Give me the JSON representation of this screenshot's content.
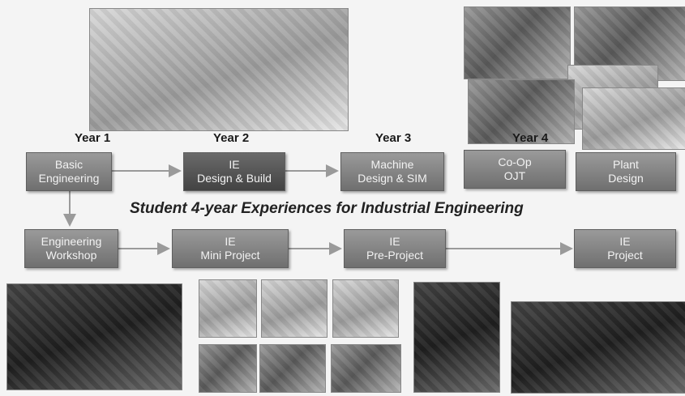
{
  "years": [
    "Year 1",
    "Year 2",
    "Year 3",
    "Year 4"
  ],
  "row1": [
    {
      "line1": "Basic",
      "line2": "Engineering"
    },
    {
      "line1": "IE",
      "line2": "Design & Build"
    },
    {
      "line1": "Machine",
      "line2": "Design & SIM"
    },
    {
      "line1": "Co-Op",
      "line2": "OJT"
    },
    {
      "line1": "Plant",
      "line2": "Design"
    }
  ],
  "subtitle": "Student 4-year Experiences for Industrial Engineering",
  "row2": [
    {
      "line1": "Engineering",
      "line2": "Workshop"
    },
    {
      "line1": "IE",
      "line2": "Mini Project"
    },
    {
      "line1": "IE",
      "line2": "Pre-Project"
    },
    {
      "line1": "IE",
      "line2": "Project"
    }
  ]
}
